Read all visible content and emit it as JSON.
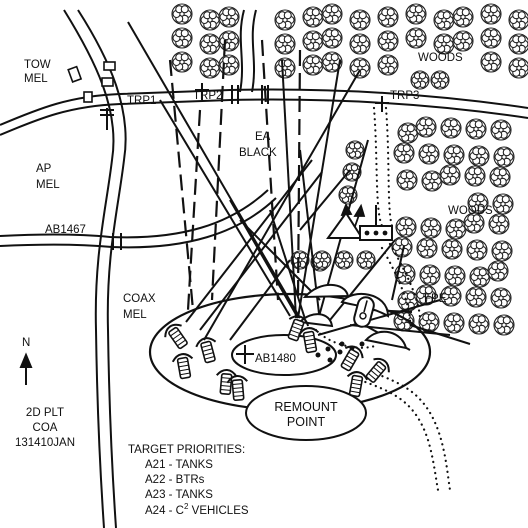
{
  "labels": {
    "tow_mel": [
      "TOW",
      "MEL"
    ],
    "ap_mel": [
      "AP",
      "MEL"
    ],
    "coax_mel": [
      "COAX",
      "MEL"
    ],
    "ea_black": [
      "EA",
      "BLACK"
    ],
    "trp1": "TRP1",
    "trp2": "TRP2",
    "trp3": "TRP3",
    "woods_top": "WOODS",
    "woods_right": "WOODS",
    "ab1467": "AB1467",
    "ab1480": "AB1480",
    "fpe": "FPE",
    "remount_point": [
      "REMOUNT",
      "POINT"
    ],
    "north": "N"
  },
  "plt_info": [
    "2D PLT",
    "COA",
    "131410JAN"
  ],
  "target_priorities": {
    "title": "TARGET PRIORITIES:",
    "items": [
      "A21 - TANKS",
      "A22 - BTRs",
      "A23 - TANKS"
    ],
    "last_item": {
      "prefix": "A24 - C",
      "superscript": "2",
      "suffix": " VEHICLES"
    }
  },
  "colors": {
    "ink": "#111111",
    "background": "#ffffff"
  }
}
